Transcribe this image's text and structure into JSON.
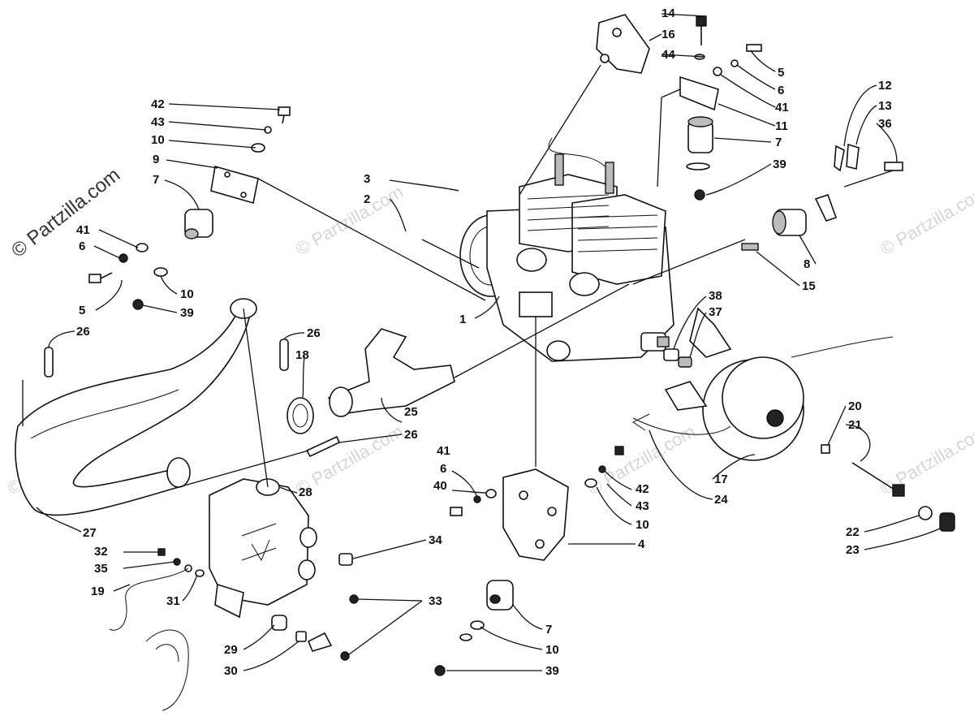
{
  "watermark": {
    "brand_main": "© Partzilla.com",
    "brand_faint": "© Partzilla.com"
  },
  "callouts": [
    {
      "id": "c1",
      "text": "1"
    },
    {
      "id": "c2",
      "text": "2"
    },
    {
      "id": "c3",
      "text": "3"
    },
    {
      "id": "c4",
      "text": "4"
    },
    {
      "id": "c5a",
      "text": "5"
    },
    {
      "id": "c5b",
      "text": "5"
    },
    {
      "id": "c6a",
      "text": "6"
    },
    {
      "id": "c6b",
      "text": "6"
    },
    {
      "id": "c6c",
      "text": "6"
    },
    {
      "id": "c7a",
      "text": "7"
    },
    {
      "id": "c7b",
      "text": "7"
    },
    {
      "id": "c7c",
      "text": "7"
    },
    {
      "id": "c8",
      "text": "8"
    },
    {
      "id": "c9",
      "text": "9"
    },
    {
      "id": "c10a",
      "text": "10"
    },
    {
      "id": "c10b",
      "text": "10"
    },
    {
      "id": "c10c",
      "text": "10"
    },
    {
      "id": "c10d",
      "text": "10"
    },
    {
      "id": "c11",
      "text": "11"
    },
    {
      "id": "c12",
      "text": "12"
    },
    {
      "id": "c13",
      "text": "13"
    },
    {
      "id": "c14",
      "text": "14"
    },
    {
      "id": "c15",
      "text": "15"
    },
    {
      "id": "c16",
      "text": "16"
    },
    {
      "id": "c17",
      "text": "17"
    },
    {
      "id": "c18",
      "text": "18"
    },
    {
      "id": "c19",
      "text": "19"
    },
    {
      "id": "c20",
      "text": "20"
    },
    {
      "id": "c21",
      "text": "21"
    },
    {
      "id": "c22",
      "text": "22"
    },
    {
      "id": "c23",
      "text": "23"
    },
    {
      "id": "c24",
      "text": "24"
    },
    {
      "id": "c25",
      "text": "25"
    },
    {
      "id": "c26a",
      "text": "26"
    },
    {
      "id": "c26b",
      "text": "26"
    },
    {
      "id": "c26c",
      "text": "26"
    },
    {
      "id": "c27",
      "text": "27"
    },
    {
      "id": "c28",
      "text": "28"
    },
    {
      "id": "c29",
      "text": "29"
    },
    {
      "id": "c30",
      "text": "30"
    },
    {
      "id": "c31",
      "text": "31"
    },
    {
      "id": "c32",
      "text": "32"
    },
    {
      "id": "c33",
      "text": "33"
    },
    {
      "id": "c34",
      "text": "34"
    },
    {
      "id": "c35",
      "text": "35"
    },
    {
      "id": "c36",
      "text": "36"
    },
    {
      "id": "c37",
      "text": "37"
    },
    {
      "id": "c38",
      "text": "38"
    },
    {
      "id": "c39a",
      "text": "39"
    },
    {
      "id": "c39b",
      "text": "39"
    },
    {
      "id": "c39c",
      "text": "39"
    },
    {
      "id": "c40",
      "text": "40"
    },
    {
      "id": "c41a",
      "text": "41"
    },
    {
      "id": "c41b",
      "text": "41"
    },
    {
      "id": "c41c",
      "text": "41"
    },
    {
      "id": "c42a",
      "text": "42"
    },
    {
      "id": "c42b",
      "text": "42"
    },
    {
      "id": "c43a",
      "text": "43"
    },
    {
      "id": "c43b",
      "text": "43"
    },
    {
      "id": "c44",
      "text": "44"
    }
  ]
}
